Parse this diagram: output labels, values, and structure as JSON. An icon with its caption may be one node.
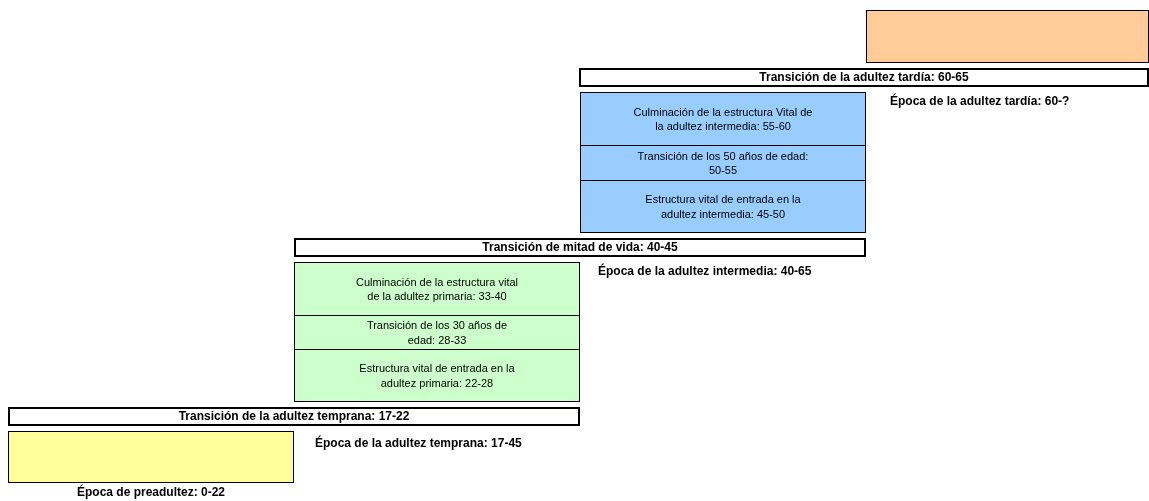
{
  "diagram": {
    "nodes": [
      {
        "text": [],
        "shape": "box"
      },
      {
        "text": [
          "Transición de la adultez tardía: 60-65"
        ]
      },
      {
        "text": [
          "Culminación de la estructura Vital de la adultez intermedia: 55-60"
        ]
      },
      {
        "text": [
          "Transición de los 50 años de edad: 50-55"
        ]
      },
      {
        "text": [
          "Estructura vital de entrada en la adultez intermedia: 45-50"
        ]
      },
      {
        "text": [
          "Transición de mitad de vida: 40-45"
        ]
      },
      {
        "text": [
          "Culminación de la estructura vital de la adultez primaria: 33-40"
        ]
      },
      {
        "text": [
          "Transición de los 30 años de edad: 28-33"
        ]
      },
      {
        "text": [
          "Estructura vital de entrada en la adultez primaria: 22-28"
        ]
      },
      {
        "text": [
          "Transición de la adultez temprana: 17-22"
        ]
      },
      {
        "text": [],
        "shape": "box",
        "beside": [
          "Época de preadultez: 0-22"
        ]
      }
    ],
    "labels": [
      "Época de la adultez tardía: 60-?",
      "Época de la adultez intermedia: 40-65",
      "Época de la adultez temprana: 17-45"
    ]
  }
}
